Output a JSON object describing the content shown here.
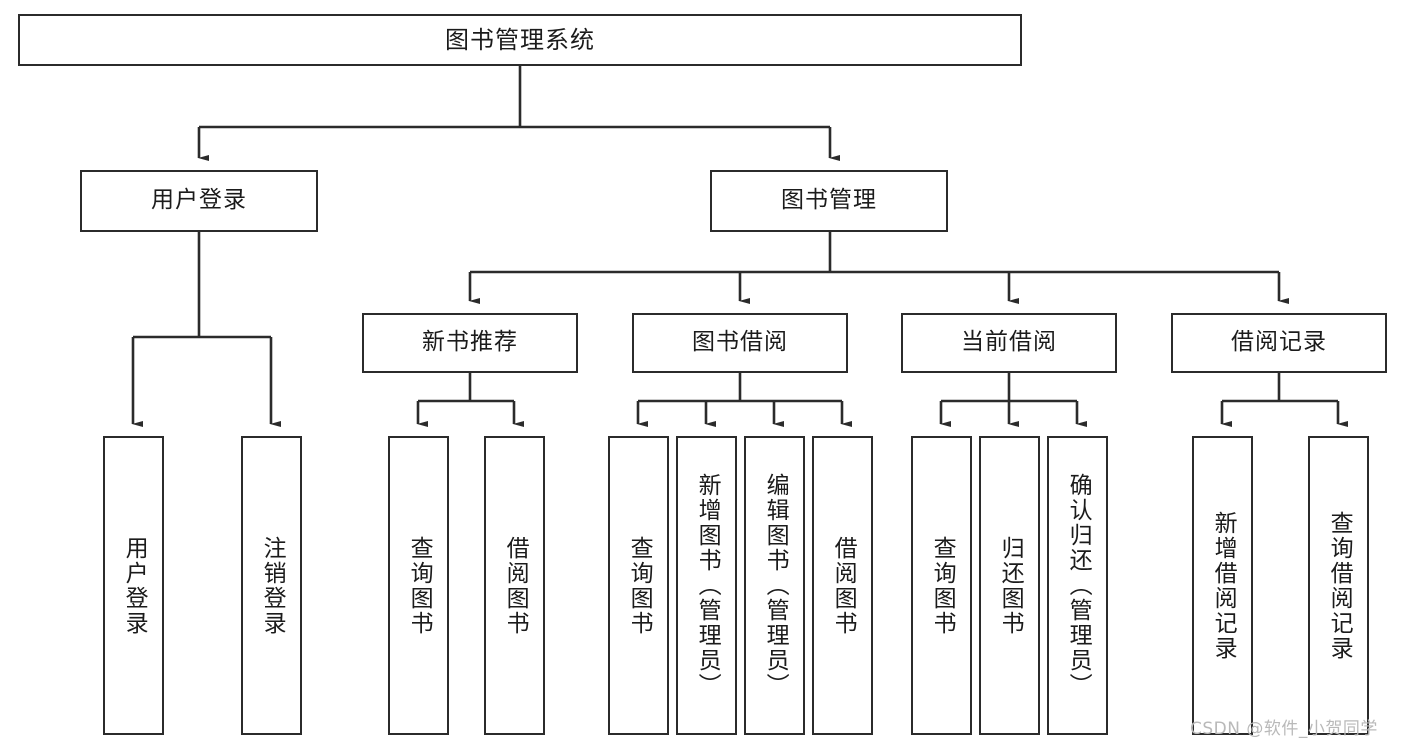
{
  "diagram": {
    "title": "图书管理系统",
    "type": "hierarchy-tree",
    "watermark": "CSDN @软件_小贺同学",
    "colors": {
      "stroke": "#2b2b2b",
      "fill": "#ffffff",
      "text": "#1b1b1b",
      "watermark": "#b9b9b9"
    },
    "nodes": {
      "root": {
        "label": "图书管理系统",
        "level": 1
      },
      "user_login": {
        "label": "用户登录",
        "level": 2
      },
      "book_manage": {
        "label": "图书管理",
        "level": 2
      },
      "new_book_rec": {
        "label": "新书推荐",
        "level": 3
      },
      "book_borrow": {
        "label": "图书借阅",
        "level": 3
      },
      "current_borrow": {
        "label": "当前借阅",
        "level": 3
      },
      "borrow_record": {
        "label": "借阅记录",
        "level": 3
      },
      "leaf_user_login": {
        "label": "用户登录",
        "level": 3
      },
      "leaf_user_logout": {
        "label": "注销登录",
        "level": 3
      },
      "leaf_query_book_1": {
        "label": "查询图书",
        "level": 4
      },
      "leaf_borrow_book_1": {
        "label": "借阅图书",
        "level": 4
      },
      "leaf_query_book_2": {
        "label": "查询图书",
        "level": 4
      },
      "leaf_add_book": {
        "label": "新增图书（管理员）",
        "level": 4
      },
      "leaf_edit_book": {
        "label": "编辑图书（管理员）",
        "level": 4
      },
      "leaf_borrow_book_2": {
        "label": "借阅图书",
        "level": 4
      },
      "leaf_query_book_3": {
        "label": "查询图书",
        "level": 4
      },
      "leaf_return_book": {
        "label": "归还图书",
        "level": 4
      },
      "leaf_confirm_return": {
        "label": "确认归还（管理员）",
        "level": 4
      },
      "leaf_add_record": {
        "label": "新增借阅记录",
        "level": 4
      },
      "leaf_query_record": {
        "label": "查询借阅记录",
        "level": 4
      }
    },
    "edges": [
      {
        "from": "root",
        "to": "user_login"
      },
      {
        "from": "root",
        "to": "book_manage"
      },
      {
        "from": "user_login",
        "to": "leaf_user_login"
      },
      {
        "from": "user_login",
        "to": "leaf_user_logout"
      },
      {
        "from": "book_manage",
        "to": "new_book_rec"
      },
      {
        "from": "book_manage",
        "to": "book_borrow"
      },
      {
        "from": "book_manage",
        "to": "current_borrow"
      },
      {
        "from": "book_manage",
        "to": "borrow_record"
      },
      {
        "from": "new_book_rec",
        "to": "leaf_query_book_1"
      },
      {
        "from": "new_book_rec",
        "to": "leaf_borrow_book_1"
      },
      {
        "from": "book_borrow",
        "to": "leaf_query_book_2"
      },
      {
        "from": "book_borrow",
        "to": "leaf_add_book"
      },
      {
        "from": "book_borrow",
        "to": "leaf_edit_book"
      },
      {
        "from": "book_borrow",
        "to": "leaf_borrow_book_2"
      },
      {
        "from": "current_borrow",
        "to": "leaf_query_book_3"
      },
      {
        "from": "current_borrow",
        "to": "leaf_return_book"
      },
      {
        "from": "current_borrow",
        "to": "leaf_confirm_return"
      },
      {
        "from": "borrow_record",
        "to": "leaf_add_record"
      },
      {
        "from": "borrow_record",
        "to": "leaf_query_record"
      }
    ]
  }
}
